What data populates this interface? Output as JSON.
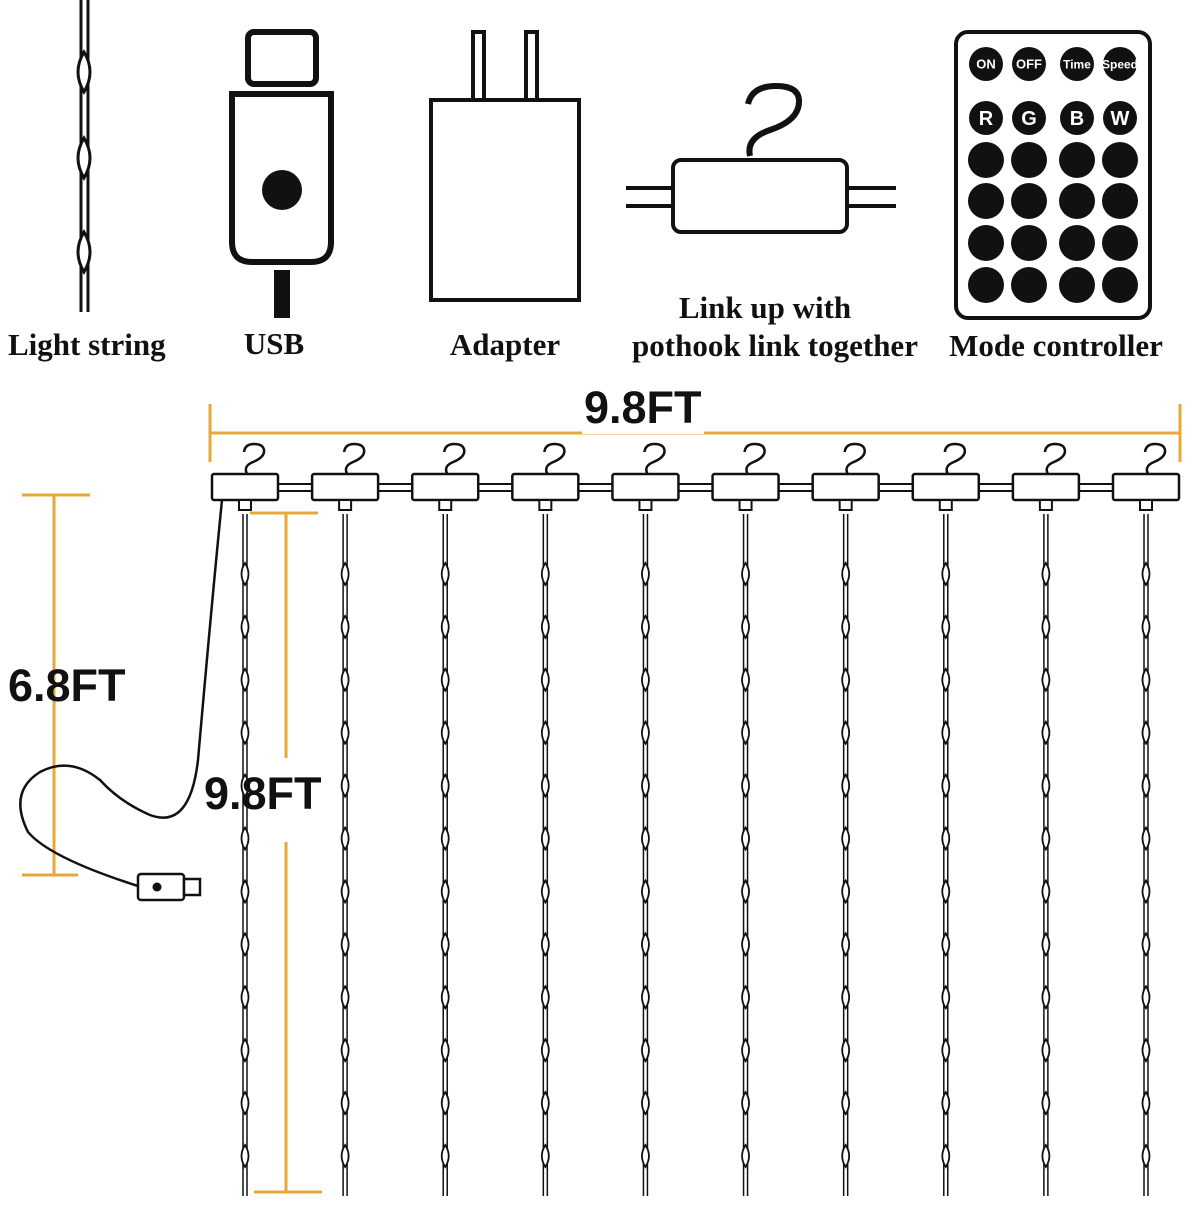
{
  "items": {
    "light_string": "Light string",
    "usb": "USB",
    "adapter": "Adapter",
    "link_line1": "Link up with",
    "link_line2": "pothook link together",
    "mode_controller": "Mode controller"
  },
  "remote": {
    "top_buttons": [
      "ON",
      "OFF",
      "Time",
      "Speed"
    ],
    "color_buttons": [
      "R",
      "G",
      "B",
      "W"
    ],
    "blank_rows": 4,
    "blank_cols": 4
  },
  "dimensions": {
    "width_label": "9.8FT",
    "cable_label": "6.8FT",
    "drop_label": "9.8FT"
  },
  "curtain": {
    "strand_count": 10,
    "bulbs_per_strand": 12
  },
  "colors": {
    "accent": "#E8A838",
    "ink": "#111111",
    "background": "#ffffff"
  }
}
